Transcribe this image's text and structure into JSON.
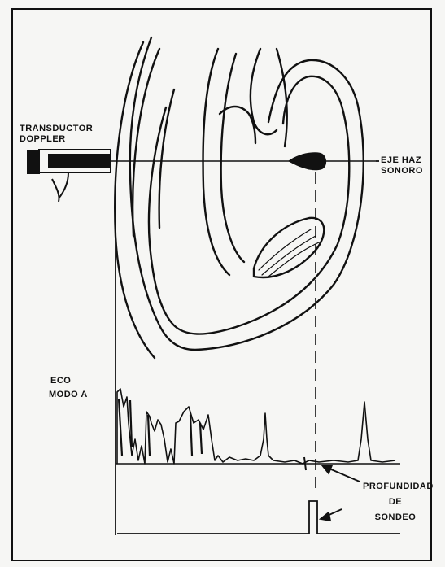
{
  "labels": {
    "transducer_line1": "TRANSDUCTOR",
    "transducer_line2": "DOPPLER",
    "beam_line1": "EJE HAZ",
    "beam_line2": "SONORO",
    "echo_line1": "ECO",
    "echo_line2": "MODO A",
    "depth_line1": "PROFUNDIDAD",
    "depth_line2": "DE",
    "depth_line3": "SONDEO"
  },
  "colors": {
    "ink": "#111111",
    "paper": "#f6f6f4"
  }
}
